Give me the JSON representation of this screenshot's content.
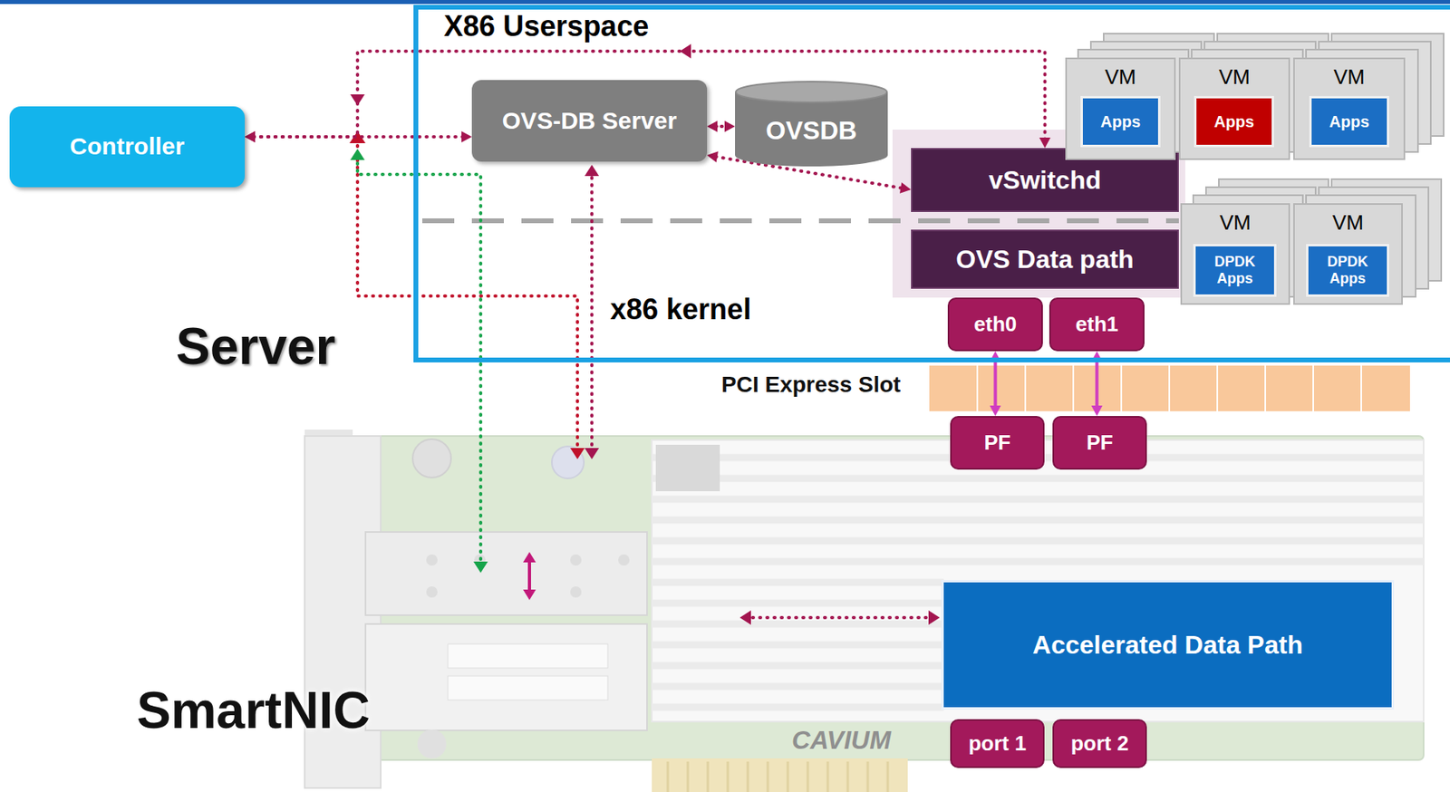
{
  "diagram": {
    "nodes": [
      {
        "text": [
          "Controller"
        ]
      },
      {
        "text": [
          "X86 Userspace",
          "x86 kernel"
        ]
      },
      {
        "text": [
          "OVS-DB Server"
        ],
        "in": 1
      },
      {
        "text": [
          "OVSDB"
        ],
        "in": 1
      },
      {
        "text": [
          "VM"
        ],
        "in": 1
      },
      {
        "text": [
          "Apps"
        ],
        "in": 4
      },
      {
        "text": [
          "VM"
        ],
        "in": 1
      },
      {
        "text": [
          "Apps"
        ],
        "in": 6
      },
      {
        "text": [
          "VM"
        ],
        "in": 1
      },
      {
        "text": [
          "Apps"
        ],
        "in": 8
      },
      {
        "text": [
          "vSwitchd"
        ],
        "in": 1
      },
      {
        "text": [
          "VM"
        ],
        "in": 1
      },
      {
        "text": [
          "DPDK Apps"
        ],
        "in": 11
      },
      {
        "text": [
          "VM"
        ],
        "in": 1
      },
      {
        "text": [
          "DPDK Apps"
        ],
        "in": 13
      },
      {
        "text": [
          "OVS Data path"
        ],
        "in": 1
      },
      {
        "text": [
          "eth0"
        ],
        "in": 1
      },
      {
        "text": [
          "eth1"
        ],
        "in": 1
      },
      {
        "text": [
          "PF"
        ]
      },
      {
        "text": [
          "PF"
        ]
      },
      {
        "text": [
          "Accelerated Data Path"
        ]
      },
      {
        "text": [
          "port 1"
        ]
      },
      {
        "text": [
          "port 2"
        ]
      }
    ],
    "edges": [
      {
        "from": 0,
        "to": 2,
        "arrow": "both"
      },
      {
        "from": 0,
        "to": 10,
        "arrow": "both"
      },
      {
        "from": 2,
        "to": 3,
        "arrow": "both"
      },
      {
        "from": 2,
        "to": 10,
        "arrow": "both"
      },
      {
        "from": 16,
        "to": 18,
        "arrow": "both"
      },
      {
        "from": 17,
        "to": 19,
        "arrow": "both"
      }
    ],
    "labels": [
      "Server",
      "PCI Express Slot",
      "SmartNIC",
      "CAVIUM"
    ]
  }
}
